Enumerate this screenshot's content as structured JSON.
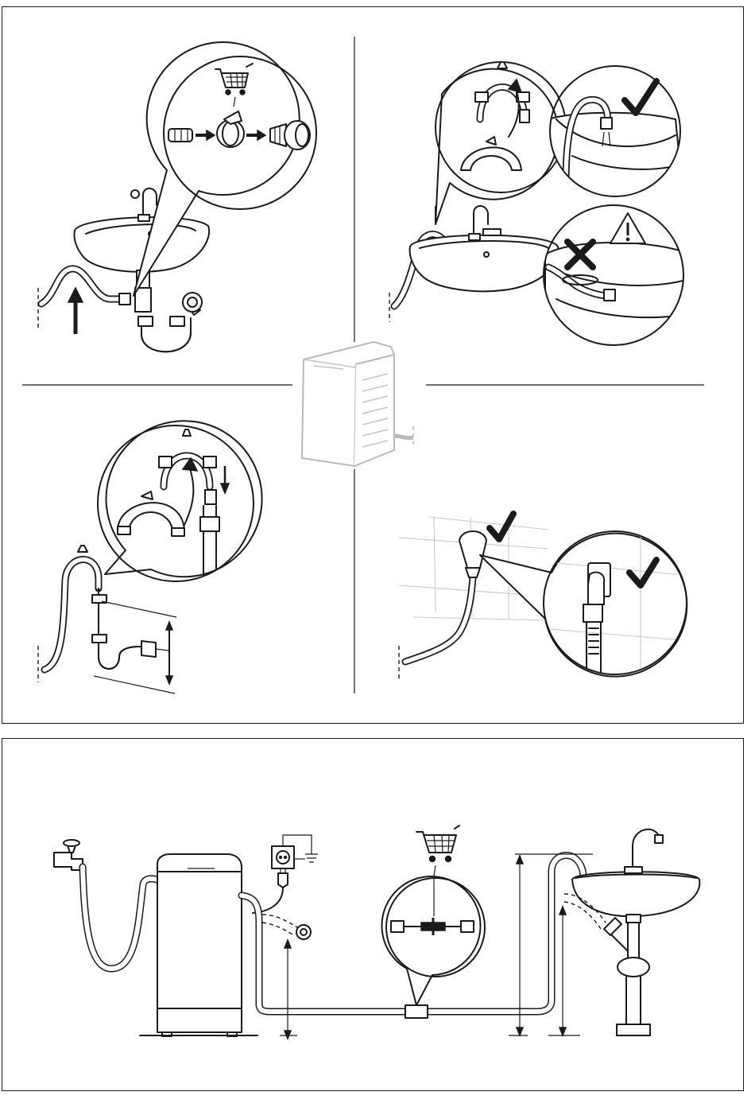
{
  "figure": {
    "panels": [
      {
        "id": "sink-drain-connection",
        "marks": [
          "shopping-cart-icon",
          "up-arrow"
        ]
      },
      {
        "id": "hose-over-sink-edge",
        "marks": [
          "check-mark",
          "cross-mark",
          "warning-triangle-icon"
        ]
      },
      {
        "id": "standpipe-connection",
        "marks": [
          "hose-guide",
          "height-range"
        ]
      },
      {
        "id": "wall-spigot-connection",
        "marks": [
          "check-mark",
          "check-mark"
        ]
      }
    ],
    "overview": {
      "marks": [
        "water-tap",
        "washing-machine",
        "power-socket",
        "shopping-cart-icon",
        "hose-extension",
        "sink",
        "height-range"
      ]
    }
  }
}
